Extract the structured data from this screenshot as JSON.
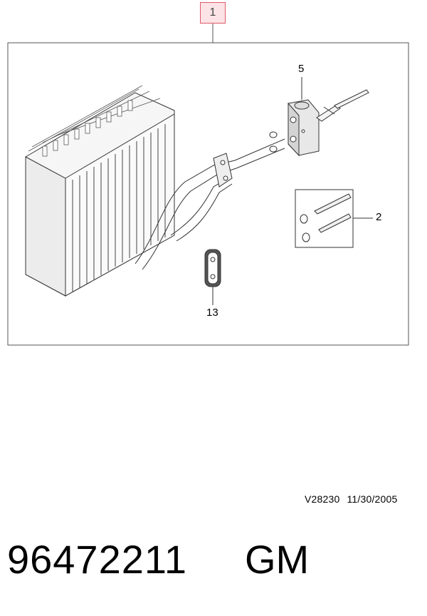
{
  "callout": {
    "main": "1"
  },
  "labels": {
    "item5": "5",
    "item2": "2",
    "item13": "13"
  },
  "footer": {
    "ref_code": "V28230",
    "date": "11/30/2005"
  },
  "part": {
    "number": "96472211",
    "brand": "GM"
  }
}
